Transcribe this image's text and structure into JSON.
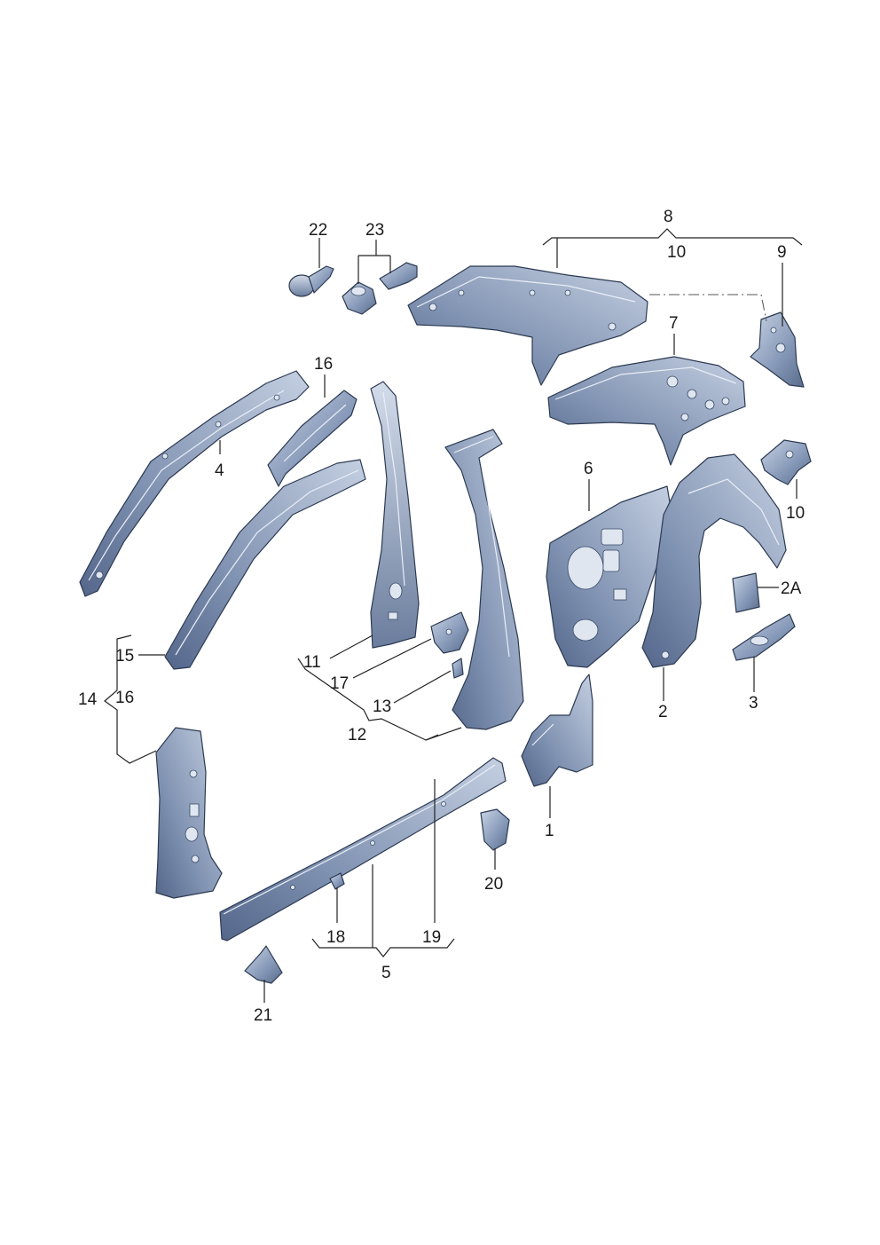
{
  "labels": {
    "p1": "1",
    "p2": "2",
    "p2a": "2A",
    "p3": "3",
    "p4": "4",
    "p5": "5",
    "p6": "6",
    "p7": "7",
    "p8": "8",
    "p9": "9",
    "p10a": "10",
    "p10b": "10",
    "p11": "11",
    "p12": "12",
    "p13": "13",
    "p14": "14",
    "p15": "15",
    "p16a": "16",
    "p16b": "16",
    "p17": "17",
    "p18": "18",
    "p19": "19",
    "p20": "20",
    "p21": "21",
    "p22": "22",
    "p23": "23"
  },
  "colors": {
    "part_light": "#b9c6da",
    "part_mid": "#8698b6",
    "part_dark": "#5d6f8f",
    "outline": "#2c3a52",
    "background": "#ffffff"
  }
}
